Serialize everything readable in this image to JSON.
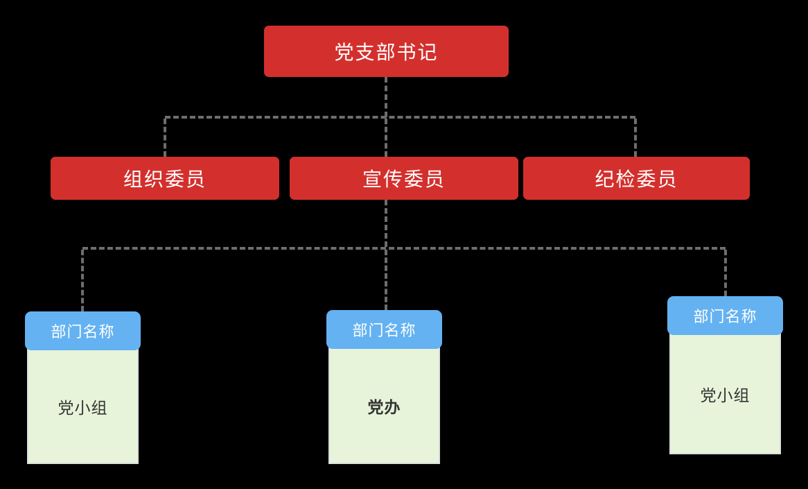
{
  "colors": {
    "canvas_bg": "#000000",
    "node_red": "#d3302d",
    "header_blue": "#64b2f1",
    "body_green": "#e7f4da",
    "body_border": "#dcdfdf",
    "connector_gray": "#6e6e6e",
    "node_text": "#ffffff",
    "body_text": "#333333"
  },
  "nodes": {
    "root": {
      "label": "党支部书记"
    },
    "committee": [
      {
        "label": "组织委员"
      },
      {
        "label": "宣传委员"
      },
      {
        "label": "纪检委员"
      }
    ],
    "departments": [
      {
        "header": "部门名称",
        "name": "党小组",
        "bold": false
      },
      {
        "header": "部门名称",
        "name": "党办",
        "bold": true
      },
      {
        "header": "部门名称",
        "name": "党小组",
        "bold": false
      }
    ]
  }
}
